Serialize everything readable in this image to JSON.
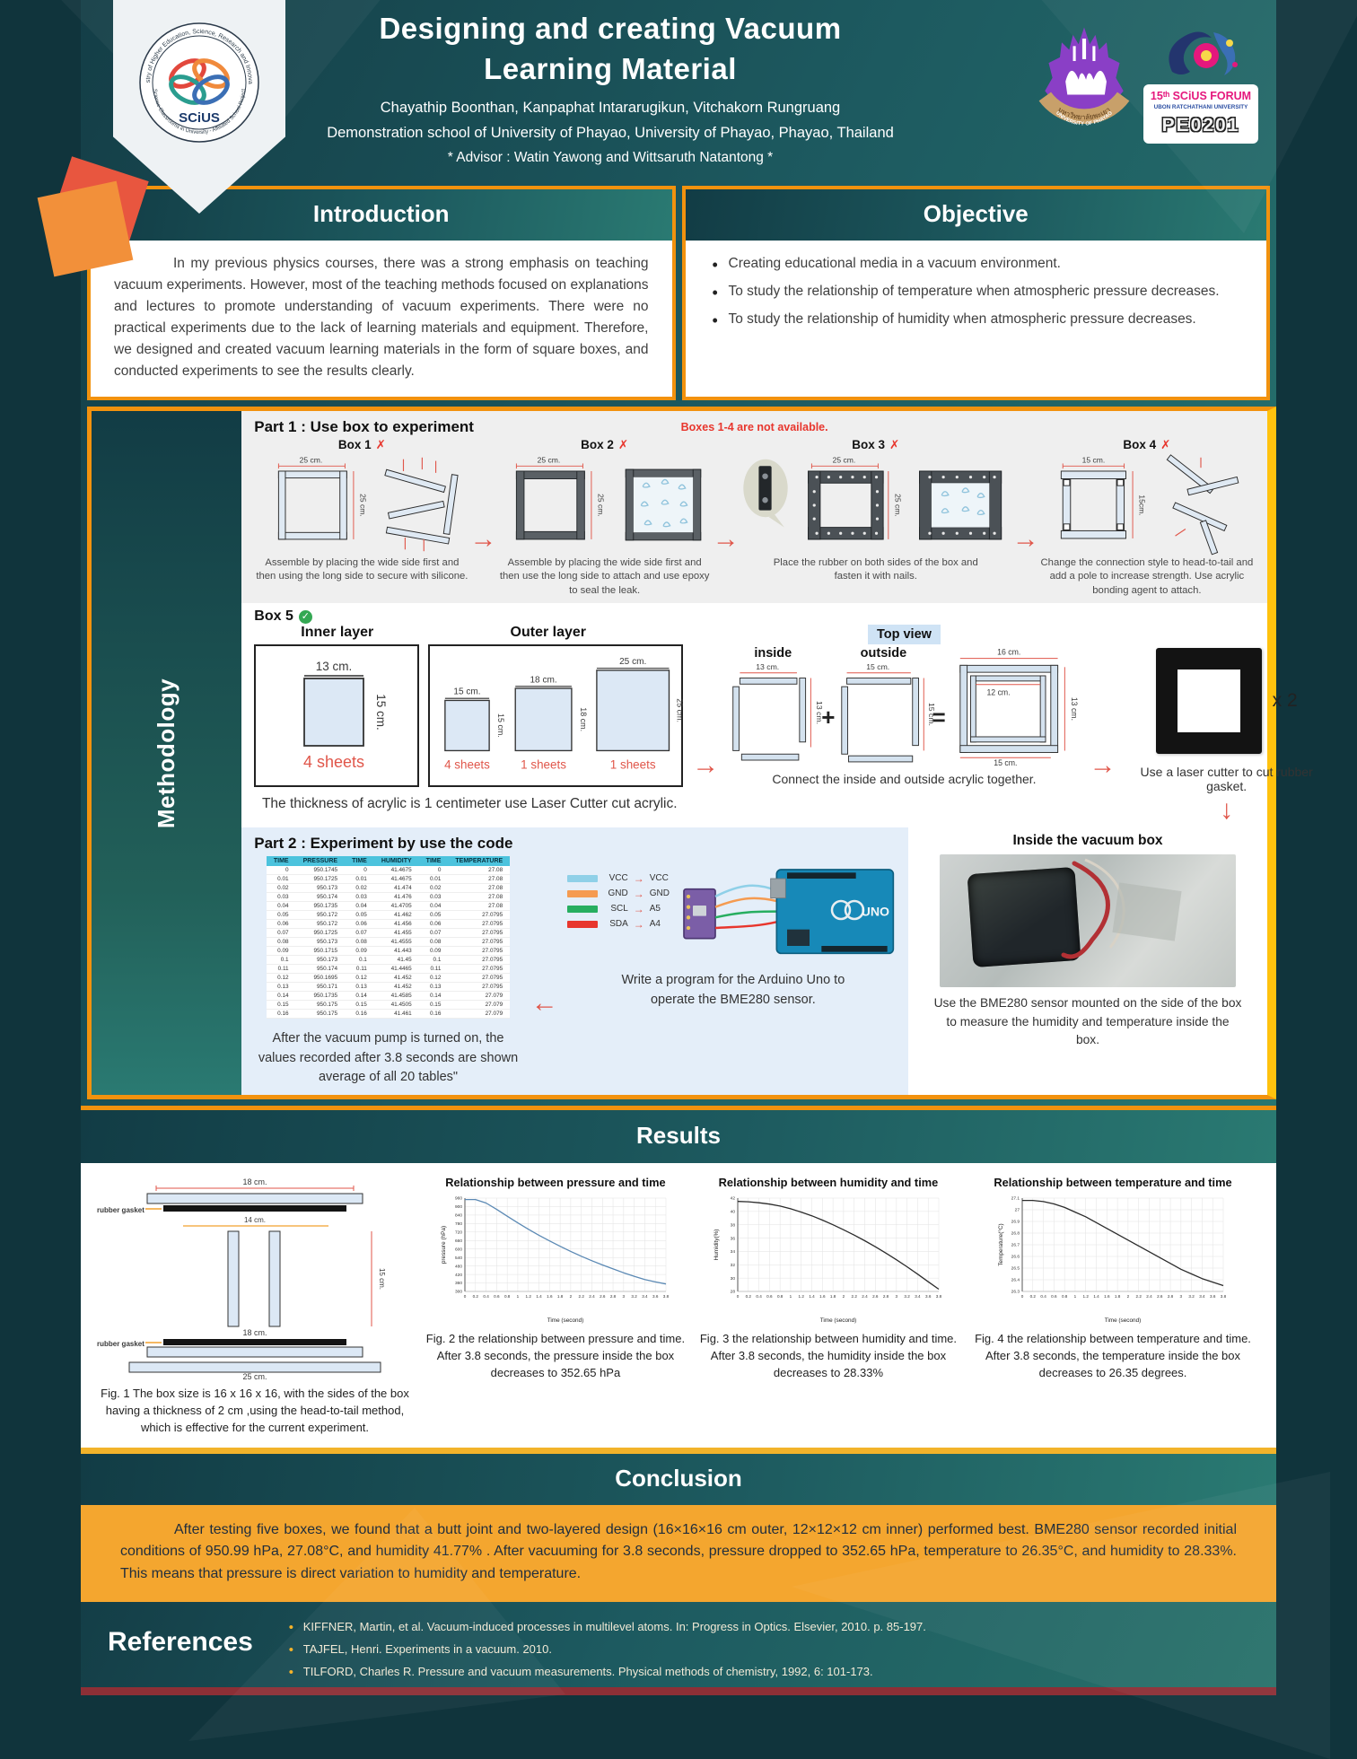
{
  "header": {
    "title_line1": "Designing and creating Vacuum",
    "title_line2": "Learning Material",
    "authors": "Chayathip Boonthan, Kanpaphat Intararugikun, Vitchakorn Rungruang",
    "affiliation": "Demonstration school of University of Phayao, University of Phayao, Phayao, Thailand",
    "advisor": "* Advisor : Watin Yawong and Wittsaruth Natantong *",
    "badge_label": "SCiUS",
    "badge_ring_top": "Ministry of Higher Education, Science, Research and Innovation",
    "badge_ring_bottom": "Science Classrooms in University - Affiliated School Project",
    "university_arc": "UNIVERSITY OF PHAYAO",
    "university_thai": "มหาวิทยาลัยพะเยา",
    "forum_line1": "15ᵗʰ SCiUS FORUM",
    "forum_line2": "UBON RATCHATHANI UNIVERSITY",
    "forum_code": "PE0201"
  },
  "introduction": {
    "heading": "Introduction",
    "body": "In my previous physics courses, there was a strong emphasis on teaching vacuum experiments. However, most of the teaching methods focused on explanations and lectures to promote understanding of vacuum experiments. There were no practical experiments due to the lack of learning materials and equipment. Therefore, we designed and created vacuum learning materials in the form of square boxes, and conducted experiments to see the results clearly."
  },
  "objective": {
    "heading": "Objective",
    "items": [
      "Creating educational media in a vacuum environment.",
      "To study the relationship of temperature when atmospheric pressure decreases.",
      "To study the relationship of humidity when atmospheric pressure decreases."
    ]
  },
  "methodology": {
    "label": "Methodology",
    "part1": {
      "heading": "Part 1 : Use box to experiment",
      "warning": "Boxes 1-4 are not available.",
      "boxes": [
        {
          "name": "Box 1",
          "w": "25 cm.",
          "h": "25 cm.",
          "caption": "Assemble by placing the wide side first and then using the long side to secure with silicone."
        },
        {
          "name": "Box 2",
          "w": "25 cm.",
          "h": "25 cm.",
          "caption": "Assemble by placing the wide side first and then use the long side to attach and use epoxy to seal the leak."
        },
        {
          "name": "Box 3",
          "w": "25 cm.",
          "h": "25 cm.",
          "caption": "Place the rubber on both sides of the box and fasten it with nails."
        },
        {
          "name": "Box 4",
          "w": "15 cm.",
          "h": "15cm.",
          "caption": "Change the connection style to head-to-tail and add a pole to increase strength. Use acrylic bonding agent to attach."
        }
      ]
    },
    "box5": {
      "name": "Box 5",
      "inner_heading": "Inner layer",
      "outer_heading": "Outer layer",
      "inner_sheet": {
        "w": "13 cm.",
        "h": "15 cm.",
        "count": "4 sheets"
      },
      "outer_sheets": [
        {
          "w": "15 cm.",
          "h": "15 cm.",
          "count": "4 sheets"
        },
        {
          "w": "18 cm.",
          "h": "18 cm.",
          "count": "1 sheets"
        },
        {
          "w": "25 cm.",
          "h": "25 cm.",
          "count": "1 sheets"
        }
      ],
      "thickness_note": "The thickness of acrylic is 1 centimeter use Laser Cutter cut acrylic.",
      "topview": {
        "chip": "Top view",
        "inside_label": "inside",
        "inside_w": "13 cm.",
        "inside_h": "13 cm.",
        "outside_label": "outside",
        "outside_w": "15 cm.",
        "outside_h": "15 cm.",
        "combined_top": "16 cm.",
        "combined_inner": "12 cm.",
        "combined_right": "13 cm.",
        "combined_bottom": "15 cm.",
        "caption": "Connect the inside and outside acrylic together."
      },
      "gasket": {
        "multiplier": "x 2",
        "caption": "Use a laser cutter to cut rubber gasket."
      },
      "inside_box": {
        "heading": "Inside the vacuum box",
        "caption": "Use the BME280 sensor mounted on the side of the box to measure the humidity and temperature inside the box."
      }
    },
    "part2": {
      "heading": "Part 2 : Experiment by use the code",
      "table": {
        "headers": [
          "TIME",
          "PRESSURE",
          "TIME",
          "HUMIDITY",
          "TIME",
          "TEMPERATURE"
        ],
        "rows": [
          [
            "0",
            "950.1745",
            "0",
            "41.4675",
            "0",
            "27.08"
          ],
          [
            "0.01",
            "950.1725",
            "0.01",
            "41.4675",
            "0.01",
            "27.08"
          ],
          [
            "0.02",
            "950.173",
            "0.02",
            "41.474",
            "0.02",
            "27.08"
          ],
          [
            "0.03",
            "950.174",
            "0.03",
            "41.476",
            "0.03",
            "27.08"
          ],
          [
            "0.04",
            "950.1735",
            "0.04",
            "41.4705",
            "0.04",
            "27.08"
          ],
          [
            "0.05",
            "950.172",
            "0.05",
            "41.462",
            "0.05",
            "27.0795"
          ],
          [
            "0.06",
            "950.172",
            "0.06",
            "41.456",
            "0.06",
            "27.0795"
          ],
          [
            "0.07",
            "950.1725",
            "0.07",
            "41.455",
            "0.07",
            "27.0795"
          ],
          [
            "0.08",
            "950.173",
            "0.08",
            "41.4555",
            "0.08",
            "27.0795"
          ],
          [
            "0.09",
            "950.1715",
            "0.09",
            "41.443",
            "0.09",
            "27.0795"
          ],
          [
            "0.1",
            "950.173",
            "0.1",
            "41.45",
            "0.1",
            "27.0795"
          ],
          [
            "0.11",
            "950.174",
            "0.11",
            "41.4465",
            "0.11",
            "27.0795"
          ],
          [
            "0.12",
            "950.1695",
            "0.12",
            "41.452",
            "0.12",
            "27.0795"
          ],
          [
            "0.13",
            "950.171",
            "0.13",
            "41.452",
            "0.13",
            "27.0795"
          ],
          [
            "0.14",
            "950.1735",
            "0.14",
            "41.4585",
            "0.14",
            "27.079"
          ],
          [
            "0.15",
            "950.175",
            "0.15",
            "41.4505",
            "0.15",
            "27.079"
          ],
          [
            "0.16",
            "950.175",
            "0.16",
            "41.461",
            "0.16",
            "27.079"
          ]
        ]
      },
      "table_caption": "After the vacuum pump is turned on, the values recorded after 3.8 seconds are shown average of all 20 tables\"",
      "wiring": [
        {
          "from": "VCC",
          "to": "VCC",
          "color": "#8fd0e8"
        },
        {
          "from": "GND",
          "to": "GND",
          "color": "#f59b51"
        },
        {
          "from": "SCL",
          "to": "A5",
          "color": "#27ae60"
        },
        {
          "from": "SDA",
          "to": "A4",
          "color": "#e8362d"
        }
      ],
      "arduino_caption": "Write a program for the Arduino Uno to operate the BME280 sensor.",
      "arduino_label": "UNO"
    }
  },
  "results": {
    "heading": "Results",
    "fig1": {
      "top18": "18 cm.",
      "gasket_top": "rubber gasket",
      "width14": "14 cm.",
      "right15": "15 cm.",
      "mid18": "18 cm.",
      "gasket_bottom": "rubber gasket",
      "bottom25": "25 cm.",
      "caption": "Fig. 1 The box size is 16 x 16 x 16, with the sides of the box having a thickness of 2 cm ,using the head-to-tail method, which is effective for the current experiment."
    },
    "fig2_caption": "Fig. 2 the relationship between pressure and time. After 3.8 seconds, the pressure inside the box decreases to 352.65 hPa",
    "fig3_caption": "Fig. 3 the relationship between humidity and time. After 3.8 seconds, the humidity inside the box decreases to 28.33%",
    "fig4_caption": "Fig. 4 the relationship between temperature and time. After 3.8 seconds, the temperature inside the box decreases to 26.35 degrees."
  },
  "chart_data": [
    {
      "type": "line",
      "title": "Relationship between pressure and time",
      "xlabel": "Time (second)",
      "ylabel": "pressure (hPa)",
      "xlim": [
        0,
        3.8
      ],
      "ylim": [
        300,
        960
      ],
      "xticks": [
        0,
        0.2,
        0.4,
        0.6,
        0.8,
        1,
        1.2,
        1.4,
        1.6,
        1.8,
        2,
        2.2,
        2.4,
        2.6,
        2.8,
        3,
        3.2,
        3.4,
        3.6,
        3.8
      ],
      "yticks": [
        300,
        360,
        420,
        480,
        540,
        600,
        660,
        720,
        780,
        840,
        900,
        960
      ],
      "grid": true,
      "legend": "none",
      "line_color": "#5b89b4",
      "x": [
        0,
        0.2,
        0.4,
        0.6,
        0.8,
        1,
        1.2,
        1.4,
        1.6,
        1.8,
        2,
        2.2,
        2.4,
        2.6,
        2.8,
        3,
        3.2,
        3.4,
        3.6,
        3.8
      ],
      "y": [
        950,
        950,
        925,
        880,
        832,
        785,
        740,
        697,
        657,
        619,
        583,
        549,
        517,
        487,
        459,
        432,
        407,
        384,
        367,
        352.65
      ]
    },
    {
      "type": "line",
      "title": "Relationship between humidity and time",
      "xlabel": "Time (second)",
      "ylabel": "Humidity(%)",
      "xlim": [
        0,
        3.8
      ],
      "ylim": [
        28,
        42
      ],
      "xticks": [
        0,
        0.2,
        0.4,
        0.6,
        0.8,
        1,
        1.2,
        1.4,
        1.6,
        1.8,
        2,
        2.2,
        2.4,
        2.6,
        2.8,
        3,
        3.2,
        3.4,
        3.6,
        3.8
      ],
      "yticks": [
        28,
        30,
        32,
        34,
        36,
        38,
        40,
        42
      ],
      "grid": true,
      "legend": "none",
      "line_color": "#2b2b2b",
      "x": [
        0,
        0.2,
        0.4,
        0.6,
        0.8,
        1,
        1.2,
        1.4,
        1.6,
        1.8,
        2,
        2.2,
        2.4,
        2.6,
        2.8,
        3,
        3.2,
        3.4,
        3.6,
        3.8
      ],
      "y": [
        41.5,
        41.45,
        41.3,
        41.1,
        40.8,
        40.4,
        39.9,
        39.35,
        38.7,
        38,
        37.25,
        36.45,
        35.6,
        34.7,
        33.75,
        32.75,
        31.7,
        30.6,
        29.45,
        28.33
      ]
    },
    {
      "type": "line",
      "title": "Relationship between temperature and time",
      "xlabel": "Time (second)",
      "ylabel": "Temperature(°C)",
      "xlim": [
        0,
        3.8
      ],
      "ylim": [
        26.3,
        27.1
      ],
      "xticks": [
        0,
        0.2,
        0.4,
        0.6,
        0.8,
        1,
        1.2,
        1.4,
        1.6,
        1.8,
        2,
        2.2,
        2.4,
        2.6,
        2.8,
        3,
        3.2,
        3.4,
        3.6,
        3.8
      ],
      "yticks": [
        26.3,
        26.4,
        26.5,
        26.6,
        26.7,
        26.8,
        26.9,
        27,
        27.1
      ],
      "grid": true,
      "legend": "none",
      "line_color": "#2b2b2b",
      "x": [
        0,
        0.2,
        0.4,
        0.6,
        0.8,
        1,
        1.2,
        1.4,
        1.6,
        1.8,
        2,
        2.2,
        2.4,
        2.6,
        2.8,
        3,
        3.2,
        3.4,
        3.6,
        3.8
      ],
      "y": [
        27.08,
        27.08,
        27.07,
        27.05,
        27.02,
        26.98,
        26.94,
        26.89,
        26.84,
        26.79,
        26.74,
        26.69,
        26.64,
        26.59,
        26.54,
        26.49,
        26.45,
        26.41,
        26.38,
        26.35
      ]
    }
  ],
  "conclusion": {
    "heading": "Conclusion",
    "body": "After testing five boxes, we found that a butt joint and two-layered design (16×16×16 cm outer, 12×12×12 cm inner) performed best. BME280 sensor recorded initial conditions of 950.99 hPa, 27.08°C, and humidity 41.77% . After vacuuming for 3.8 seconds, pressure dropped to 352.65 hPa, temperature to 26.35°C, and humidity to 28.33%. This means that pressure is direct variation to humidity and temperature."
  },
  "references": {
    "heading": "References",
    "items": [
      "KIFFNER, Martin, et al. Vacuum-induced processes in multilevel atoms. In: Progress in Optics. Elsevier, 2010. p. 85-197.",
      "TAJFEL, Henri. Experiments in a vacuum. 2010.",
      "TILFORD, Charles R. Pressure and vacuum measurements. Physical methods of chemistry, 1992, 6: 101-173."
    ]
  }
}
